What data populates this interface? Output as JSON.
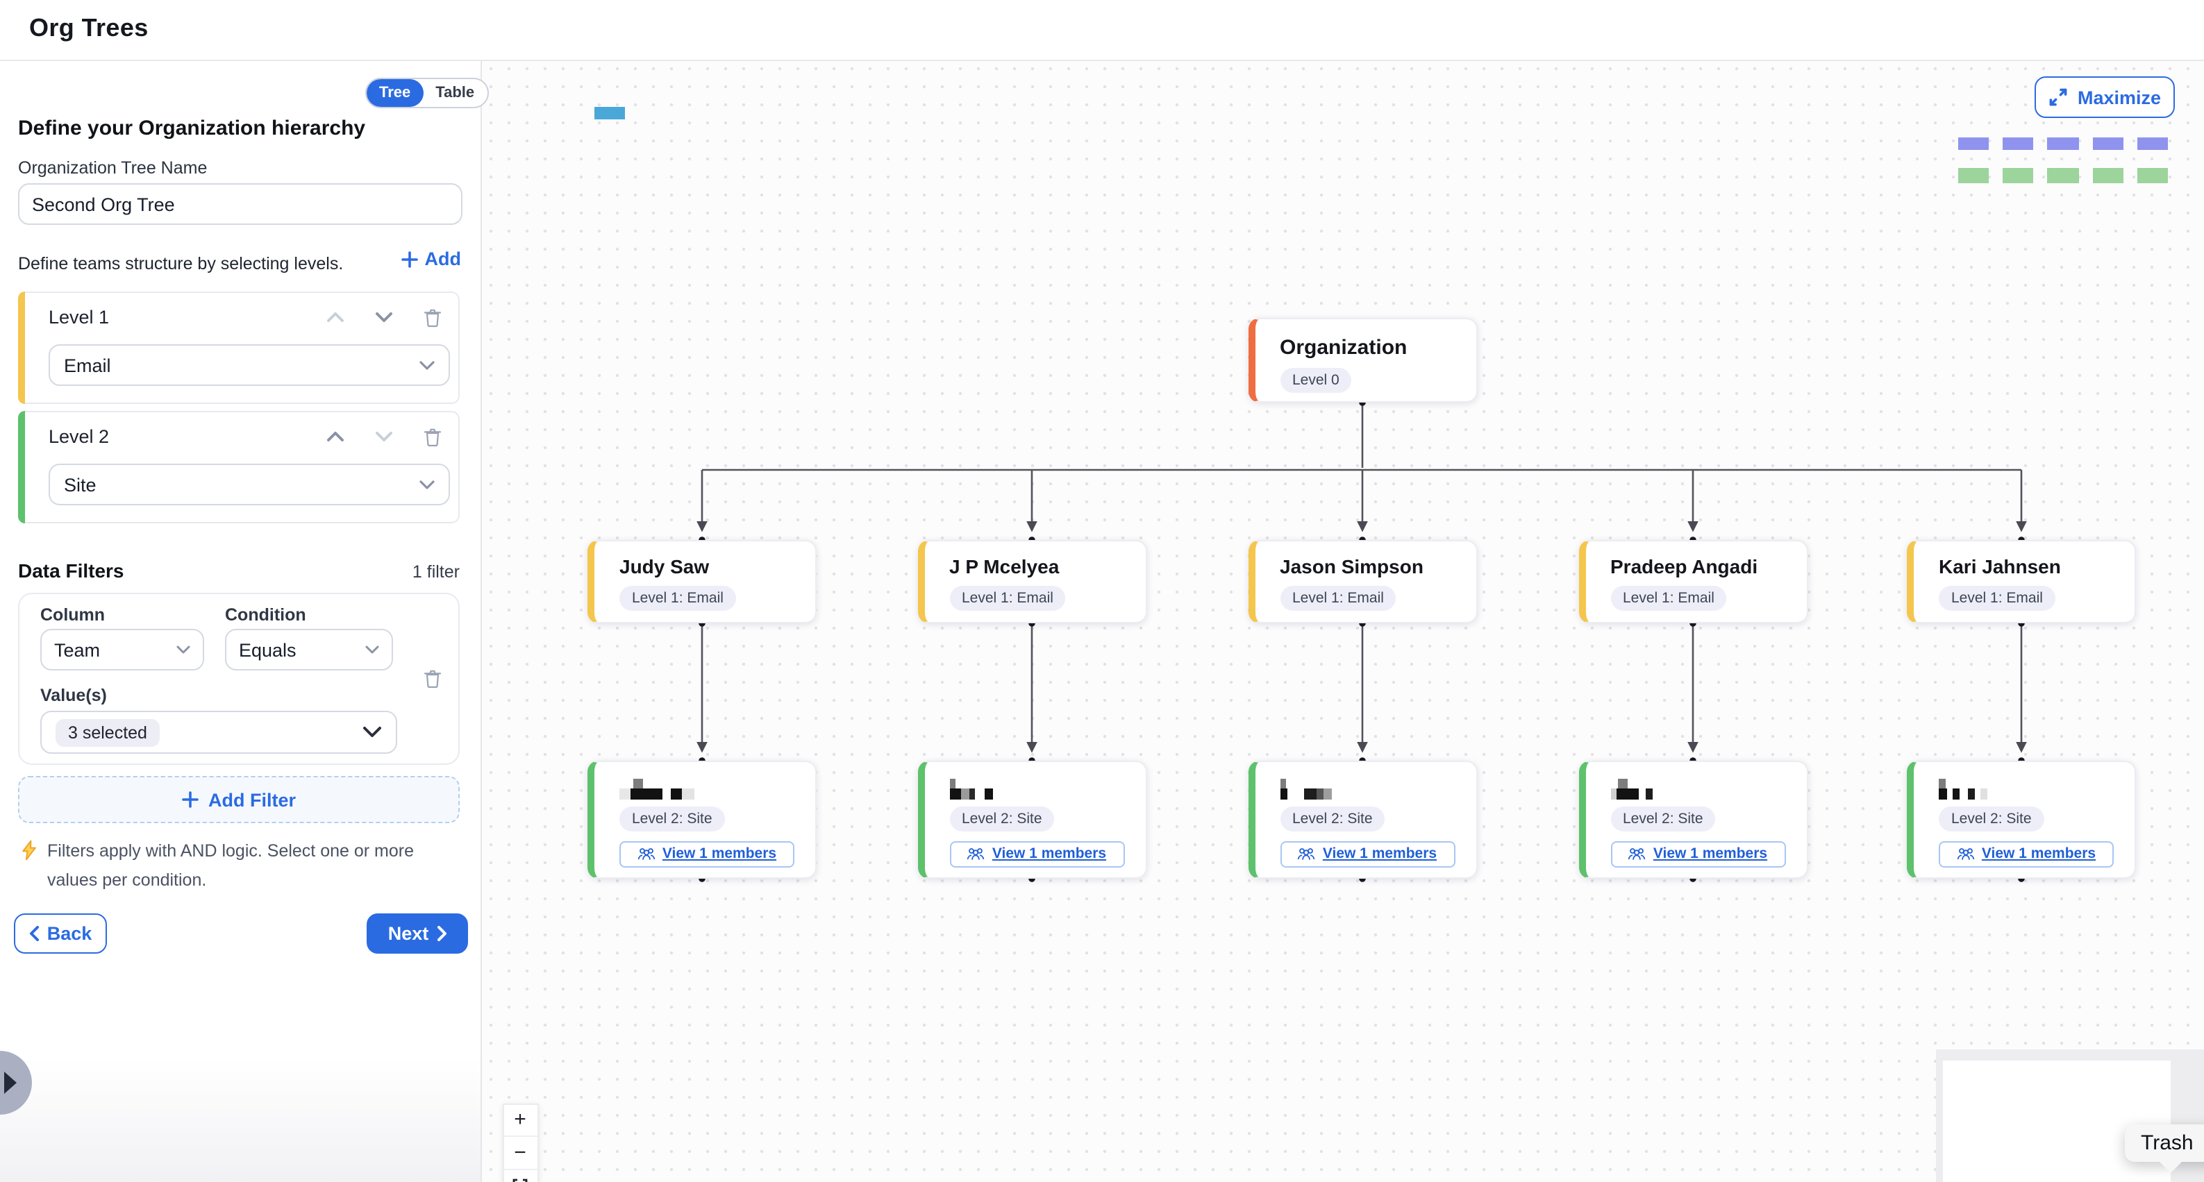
{
  "header": {
    "title": "Org Trees"
  },
  "view_toggle": {
    "tree_label": "Tree",
    "table_label": "Table",
    "selected": "Tree"
  },
  "sidebar": {
    "heading": "Define your Organization hierarchy",
    "tree_name_label": "Organization Tree Name",
    "tree_name_value": "Second Org Tree",
    "levels_hint": "Define teams structure by selecting levels.",
    "add_label": "Add",
    "levels": [
      {
        "label": "Level 1",
        "value": "Email",
        "accent": "#f4c64e"
      },
      {
        "label": "Level 2",
        "value": "Site",
        "accent": "#5ec16c"
      }
    ],
    "filters": {
      "title": "Data Filters",
      "count": "1 filter",
      "column_label": "Column",
      "column_value": "Team",
      "condition_label": "Condition",
      "condition_value": "Equals",
      "values_label": "Value(s)",
      "values_value": "3 selected",
      "add_filter_label": "Add Filter",
      "note": "Filters apply with AND logic. Select one or more values per condition."
    },
    "back_label": "Back",
    "next_label": "Next"
  },
  "canvas": {
    "maximize_label": "Maximize",
    "root_node": {
      "name": "Organization",
      "badge": "Level 0",
      "accent": "#ee6e41"
    },
    "level1_badge": "Level 1: Email",
    "level2_badge": "Level 2: Site",
    "members_label": "View 1 members",
    "level1_nodes": [
      {
        "name": "Judy Saw"
      },
      {
        "name": "J P Mcelyea"
      },
      {
        "name": "Jason Simpson"
      },
      {
        "name": "Pradeep Angadi"
      },
      {
        "name": "Kari Jahnsen"
      }
    ],
    "level2_nodes": [
      {
        "redact": {
          "cap_dx": 10,
          "cap_w": 7,
          "row": [
            {
              "w": 8,
              "c": "#e7e7e7"
            },
            {
              "w": 23,
              "c": "#121212"
            },
            {
              "w": 6,
              "c": ""
            },
            {
              "w": 8,
              "c": "#121212"
            },
            {
              "w": 9,
              "c": "#e3e3e3"
            }
          ]
        }
      },
      {
        "redact": {
          "cap_dx": 0,
          "cap_w": 4,
          "row": [
            {
              "w": 8,
              "c": "#121212"
            },
            {
              "w": 6,
              "c": "#9a9a9a"
            },
            {
              "w": 4,
              "c": "#2a2a2a"
            },
            {
              "w": 7,
              "c": ""
            },
            {
              "w": 6,
              "c": "#121212"
            }
          ]
        }
      },
      {
        "redact": {
          "cap_dx": 0,
          "cap_w": 4,
          "row": [
            {
              "w": 5,
              "c": "#121212"
            },
            {
              "w": 12,
              "c": ""
            },
            {
              "w": 9,
              "c": "#1d1d1d"
            },
            {
              "w": 5,
              "c": "#555555"
            },
            {
              "w": 6,
              "c": "#9e9e9e"
            }
          ]
        }
      },
      {
        "redact": {
          "cap_dx": 5,
          "cap_w": 7,
          "row": [
            {
              "w": 4,
              "c": "#cfcfcf"
            },
            {
              "w": 16,
              "c": "#121212"
            },
            {
              "w": 5,
              "c": ""
            },
            {
              "w": 5,
              "c": "#1d1d1d"
            }
          ]
        }
      },
      {
        "redact": {
          "cap_dx": 0,
          "cap_w": 5,
          "row": [
            {
              "w": 6,
              "c": "#121212"
            },
            {
              "w": 4,
              "c": ""
            },
            {
              "w": 5,
              "c": "#121212"
            },
            {
              "w": 6,
              "c": ""
            },
            {
              "w": 5,
              "c": "#1d1d1d"
            },
            {
              "w": 4,
              "c": ""
            },
            {
              "w": 5,
              "c": "#e0e0e0"
            }
          ]
        }
      }
    ],
    "zoom_in_label": "+",
    "zoom_out_label": "−",
    "tooltip": "Trash"
  },
  "colors": {
    "accent_blue": "#2b6be2",
    "level0_accent": "#ee6e41",
    "level1_accent": "#f4c64e",
    "level2_accent": "#5ec16c",
    "minimap_root": "#4aa8d8",
    "minimap_level1": "#8f93ee",
    "minimap_level2": "#9cd49c"
  }
}
